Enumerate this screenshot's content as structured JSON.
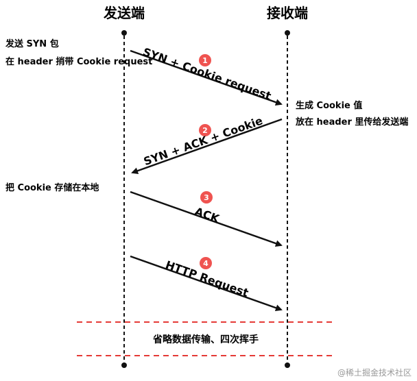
{
  "headers": {
    "sender": "发送端",
    "receiver": "接收端"
  },
  "notes": {
    "sender_send_syn": "发送 SYN 包",
    "sender_header_cookie": "在 header 捎带 Cookie request",
    "receiver_generate_cookie": "生成 Cookie 值",
    "receiver_put_header": "放在 header 里传给发送端",
    "sender_store_cookie": "把 Cookie 存储在本地"
  },
  "messages": [
    {
      "step": "1",
      "label": "SYN + Cookie request"
    },
    {
      "step": "2",
      "label": "SYN + ACK + Cookie"
    },
    {
      "step": "3",
      "label": "ACK"
    },
    {
      "step": "4",
      "label": "HTTP Request"
    }
  ],
  "footer": {
    "omitted_text": "省略数据传输、四次挥手"
  },
  "watermark": "@稀土掘金技术社区",
  "colors": {
    "line": "#111111",
    "badge": "#ef5350",
    "dashed_separator": "#e53935",
    "watermark": "#999999"
  }
}
